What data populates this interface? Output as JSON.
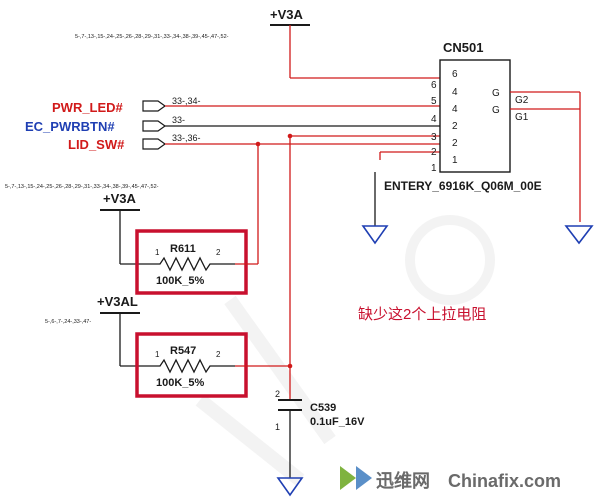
{
  "power": {
    "v3a_top": "+V3A",
    "v3a_mid": "+V3A",
    "v3al": "+V3AL",
    "refs_top": "5-,7-,13-,15-,24-,25-,26-,28-,29-,31-,33-,34-,38-,39-,45-,47-,52-",
    "refs_mid": "5-,7-,13-,15-,24-,25-,26-,28-,29-,31-,33-,34-,38-,39-,45-,47-,52-",
    "refs_v3al": "5-,6-,7-,24-,33-,47-"
  },
  "signals": [
    {
      "name": "PWR_LED#",
      "refs": "33-,34-",
      "color": "#d11a1a"
    },
    {
      "name": "EC_PWRBTN#",
      "refs": "33-",
      "color": "#1f3fb3"
    },
    {
      "name": "LID_SW#",
      "refs": "33-,36-",
      "color": "#d11a1a"
    }
  ],
  "connector": {
    "ref": "CN501",
    "part": "ENTERY_6916K_Q06M_00E",
    "outer_pins": [
      "6",
      "5",
      "4",
      "3",
      "2",
      "1"
    ],
    "inner_pins": [
      "6",
      "4",
      "4",
      "2",
      "2",
      "1"
    ],
    "g_labels": [
      "G",
      "G"
    ],
    "g_nets": [
      "G2",
      "G1"
    ]
  },
  "resistors": [
    {
      "ref": "R611",
      "value": "100K_5%",
      "pin1": "1",
      "pin2": "2"
    },
    {
      "ref": "R547",
      "value": "100K_5%",
      "pin1": "1",
      "pin2": "2"
    }
  ],
  "capacitor": {
    "ref": "C539",
    "value": "0.1uF_16V",
    "pin_top": "2",
    "pin_bottom": "1"
  },
  "annotation": "缺少这2个上拉电阻",
  "watermark": {
    "brand": "迅维网",
    "site": "Chinafix.com"
  },
  "colors": {
    "wire": "#d11a1a",
    "highlight": "#c8102e",
    "ink": "#1a1a1a",
    "blue": "#1f3fb3"
  }
}
